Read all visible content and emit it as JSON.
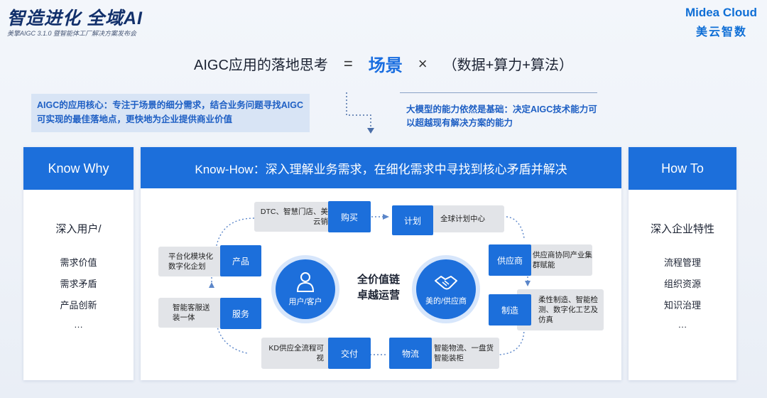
{
  "header": {
    "title": "智造进化 全域AI",
    "subtitle": "美擎AIGC 3.1.0 暨智能体工厂解决方案发布会",
    "logo_en": "Midea Cloud",
    "logo_cn": "美云智数"
  },
  "formula": {
    "left": "AIGC应用的落地思考",
    "equals": "=",
    "scene": "场景",
    "times": "×",
    "right": "（数据+算力+算法）"
  },
  "notes": {
    "left": "AIGC的应用核心：专注于场景的细分需求，结合业务问题寻找AIGC可实现的最佳落地点，更快地为企业提供商业价值",
    "right": "大模型的能力依然是基础：决定AIGC技术能力可以超越现有解决方案的能力"
  },
  "know_why": {
    "header": "Know Why",
    "title": "深入用户/",
    "items": [
      "需求价值",
      "需求矛盾",
      "产品创新",
      "…"
    ]
  },
  "know_how": {
    "header": "Know-How：深入理解业务需求，在细化需求中寻找到核心矛盾并解决",
    "center": [
      "全价值链",
      "卓越运营"
    ],
    "circle_left": "用户/客户",
    "circle_right": "美的/供应商",
    "nodes": {
      "buy": "购买",
      "plan": "计划",
      "supplier": "供应商",
      "manufacture": "制造",
      "logistics": "物流",
      "delivery": "交付",
      "service": "服务",
      "product": "产品"
    },
    "boxes": {
      "buy": "DTC、智慧门店、美云销",
      "plan": "全球计划中心",
      "supplier": "供应商协同产业集群赋能",
      "manufacture": "柔性制造、智能检测、数字化工艺及仿真",
      "logistics": "智能物流、一盘货智能装柜",
      "delivery": "KD供应全流程可视",
      "service": "智能客服送装一体",
      "product": "平台化模块化数字化企划"
    }
  },
  "how_to": {
    "header": "How To",
    "title": "深入企业特性",
    "items": [
      "流程管理",
      "组织资源",
      "知识治理",
      "…"
    ]
  },
  "colors": {
    "accent": "#1c6fdb",
    "note_text": "#1e5fc4",
    "title_dark": "#12306b"
  }
}
